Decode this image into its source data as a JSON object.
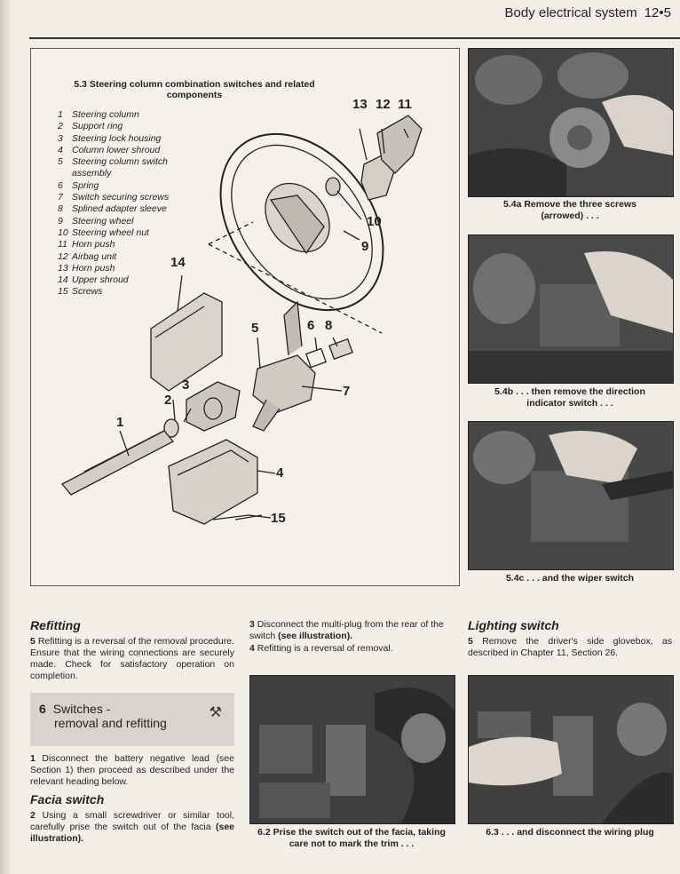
{
  "header": {
    "title": "Body electrical system",
    "page": "12•5"
  },
  "diagram": {
    "title": "5.3 Steering column combination switches and related components",
    "legend": [
      {
        "n": "1",
        "label": "Steering column"
      },
      {
        "n": "2",
        "label": "Support ring"
      },
      {
        "n": "3",
        "label": "Steering lock housing"
      },
      {
        "n": "4",
        "label": "Column lower shroud"
      },
      {
        "n": "5",
        "label": "Steering column switch",
        "cont": "assembly"
      },
      {
        "n": "6",
        "label": "Spring"
      },
      {
        "n": "7",
        "label": "Switch securing screws"
      },
      {
        "n": "8",
        "label": "Splined adapter sleeve"
      },
      {
        "n": "9",
        "label": "Steering wheel"
      },
      {
        "n": "10",
        "label": "Steering wheel nut"
      },
      {
        "n": "11",
        "label": "Horn push"
      },
      {
        "n": "12",
        "label": "Airbag unit"
      },
      {
        "n": "13",
        "label": "Horn push"
      },
      {
        "n": "14",
        "label": "Upper shroud"
      },
      {
        "n": "15",
        "label": "Screws"
      }
    ],
    "callouts": {
      "c1": "1",
      "c2": "2",
      "c3": "3",
      "c4": "4",
      "c5": "5",
      "c6": "6",
      "c7": "7",
      "c8": "8",
      "c9": "9",
      "c10": "10",
      "c11": "11",
      "c12": "12",
      "c13": "13",
      "c14": "14",
      "c15": "15"
    }
  },
  "photos": {
    "p54a": {
      "caption_l1": "5.4a Remove the three screws",
      "caption_l2": "(arrowed) . . ."
    },
    "p54b": {
      "caption_l1": "5.4b . . . then remove the direction",
      "caption_l2": "indicator switch . . ."
    },
    "p54c": {
      "caption_l1": "5.4c . . . and the wiper switch"
    },
    "p62": {
      "caption_l1": "6.2 Prise the switch out of the facia, taking",
      "caption_l2": "care not to mark the trim . . ."
    },
    "p63": {
      "caption_l1": "6.3 . . . and disconnect the wiring plug"
    }
  },
  "refitting": {
    "heading": "Refitting",
    "p5_num": "5",
    "p5_text": " Refitting is a reversal of the removal procedure. Ensure that the wiring connections are securely made. Check for satisfactory operation on completion."
  },
  "col2": {
    "p3_num": "3",
    "p3_text": " Disconnect the multi-plug from the rear of the switch ",
    "p3_bold": "(see illustration).",
    "p4_num": "4",
    "p4_text": " Refitting is a reversal of removal."
  },
  "lighting": {
    "heading": "Lighting switch",
    "p5_num": "5",
    "p5_text": " Remove the driver's side glovebox, as described in Chapter 11, Section 26."
  },
  "section6": {
    "num": "6",
    "title_l1": "Switches -",
    "title_l2": "removal and refitting",
    "p1_num": "1",
    "p1_text": " Disconnect the battery negative lead (see Section 1) then proceed as described under the relevant heading below."
  },
  "facia": {
    "heading": "Facia switch",
    "p2_num": "2",
    "p2_text": " Using a small screwdriver or similar tool, carefully prise the switch out of the facia ",
    "p2_bold": "(see illustration)."
  }
}
